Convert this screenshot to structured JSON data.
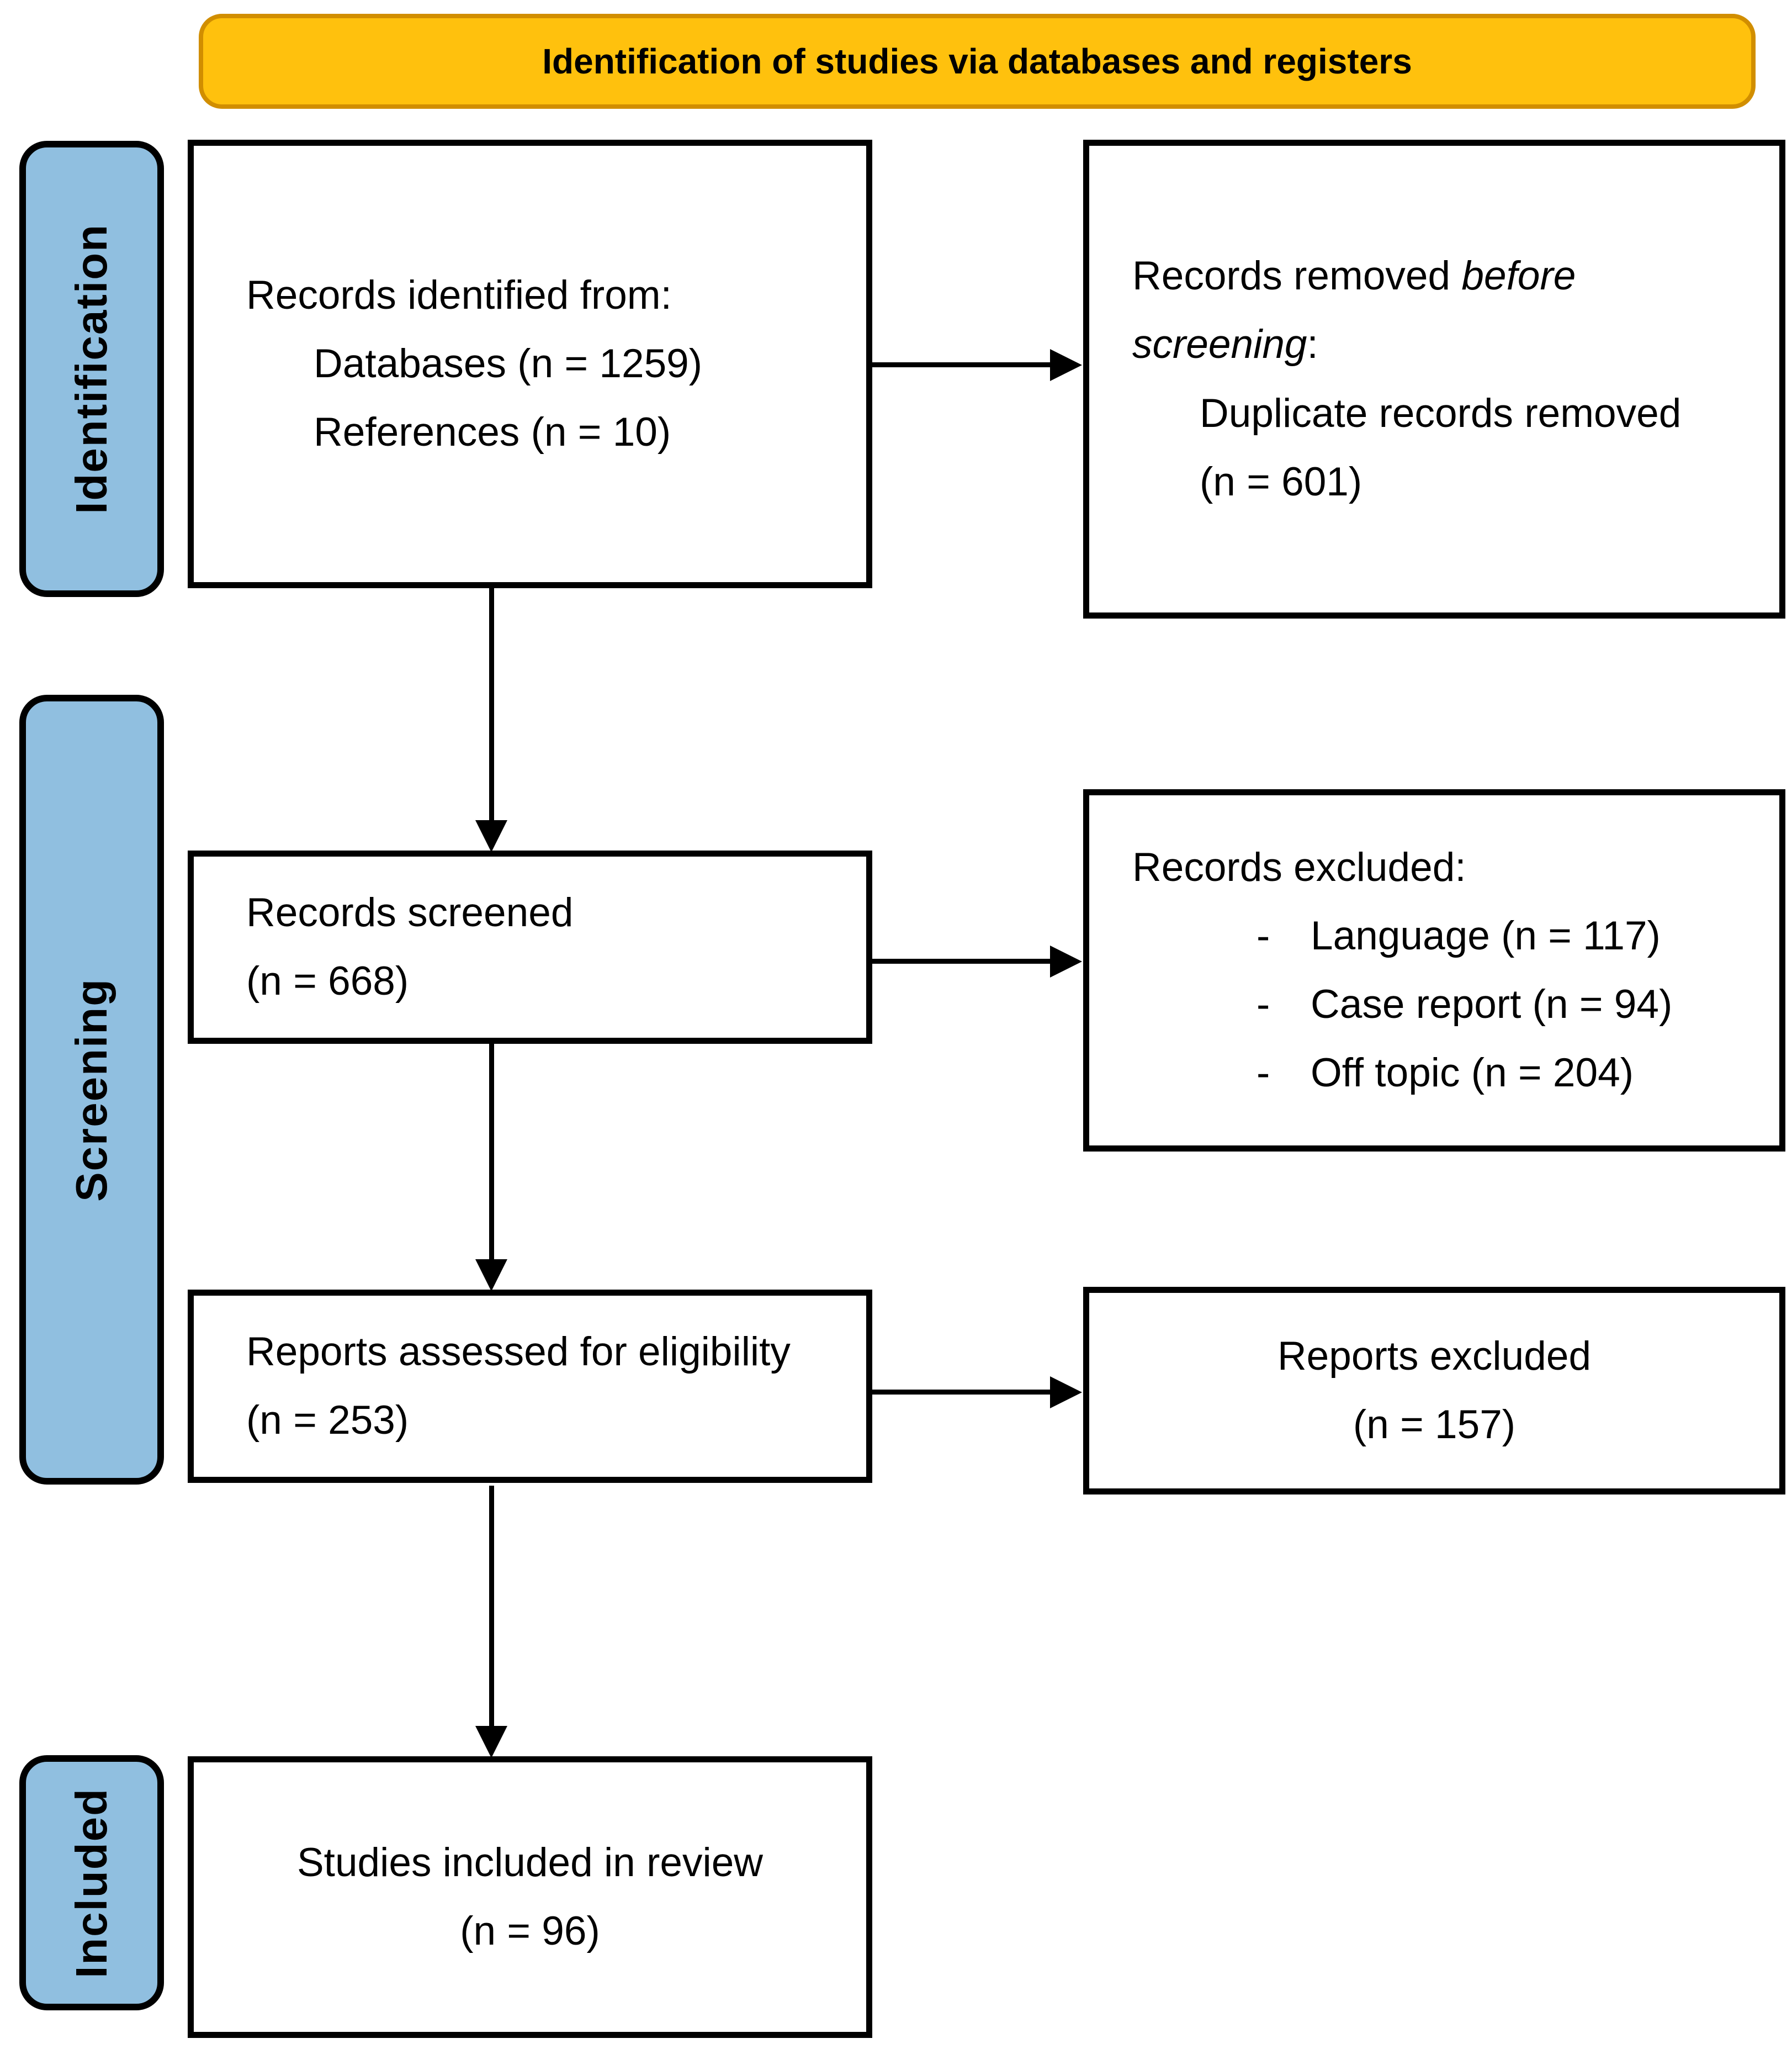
{
  "banner": {
    "title": "Identification of studies via databases and registers"
  },
  "sidebar": {
    "items": [
      {
        "label": "Identification"
      },
      {
        "label": "Screening"
      },
      {
        "label": "Included"
      }
    ]
  },
  "boxes": {
    "identified": {
      "title": "Records identified from:",
      "sub1": "Databases (n = 1259)",
      "sub2": "References (n = 10)"
    },
    "removed": {
      "lead": "Records removed ",
      "emphasis": "before screening",
      "colon": ":",
      "sub1": "Duplicate records removed",
      "sub2": "(n = 601)"
    },
    "screened": {
      "line1": "Records screened",
      "line2": "(n = 668)"
    },
    "records_excluded": {
      "title": "Records excluded:",
      "bullet": "-",
      "items": [
        "Language (n = 117)",
        "Case report (n = 94)",
        "Off topic (n = 204)"
      ]
    },
    "assessed": {
      "line1": "Reports assessed for eligibility",
      "line2": "(n = 253)"
    },
    "reports_excluded": {
      "line1": "Reports excluded",
      "line2": "(n = 157)"
    },
    "included": {
      "line1": "Studies included in review",
      "line2": "(n = 96)"
    }
  },
  "colors": {
    "banner_fill": "#FFC10D",
    "banner_border": "#D18E00",
    "stage_fill": "#90BFE0",
    "box_border": "#000000",
    "arrow": "#000000"
  }
}
